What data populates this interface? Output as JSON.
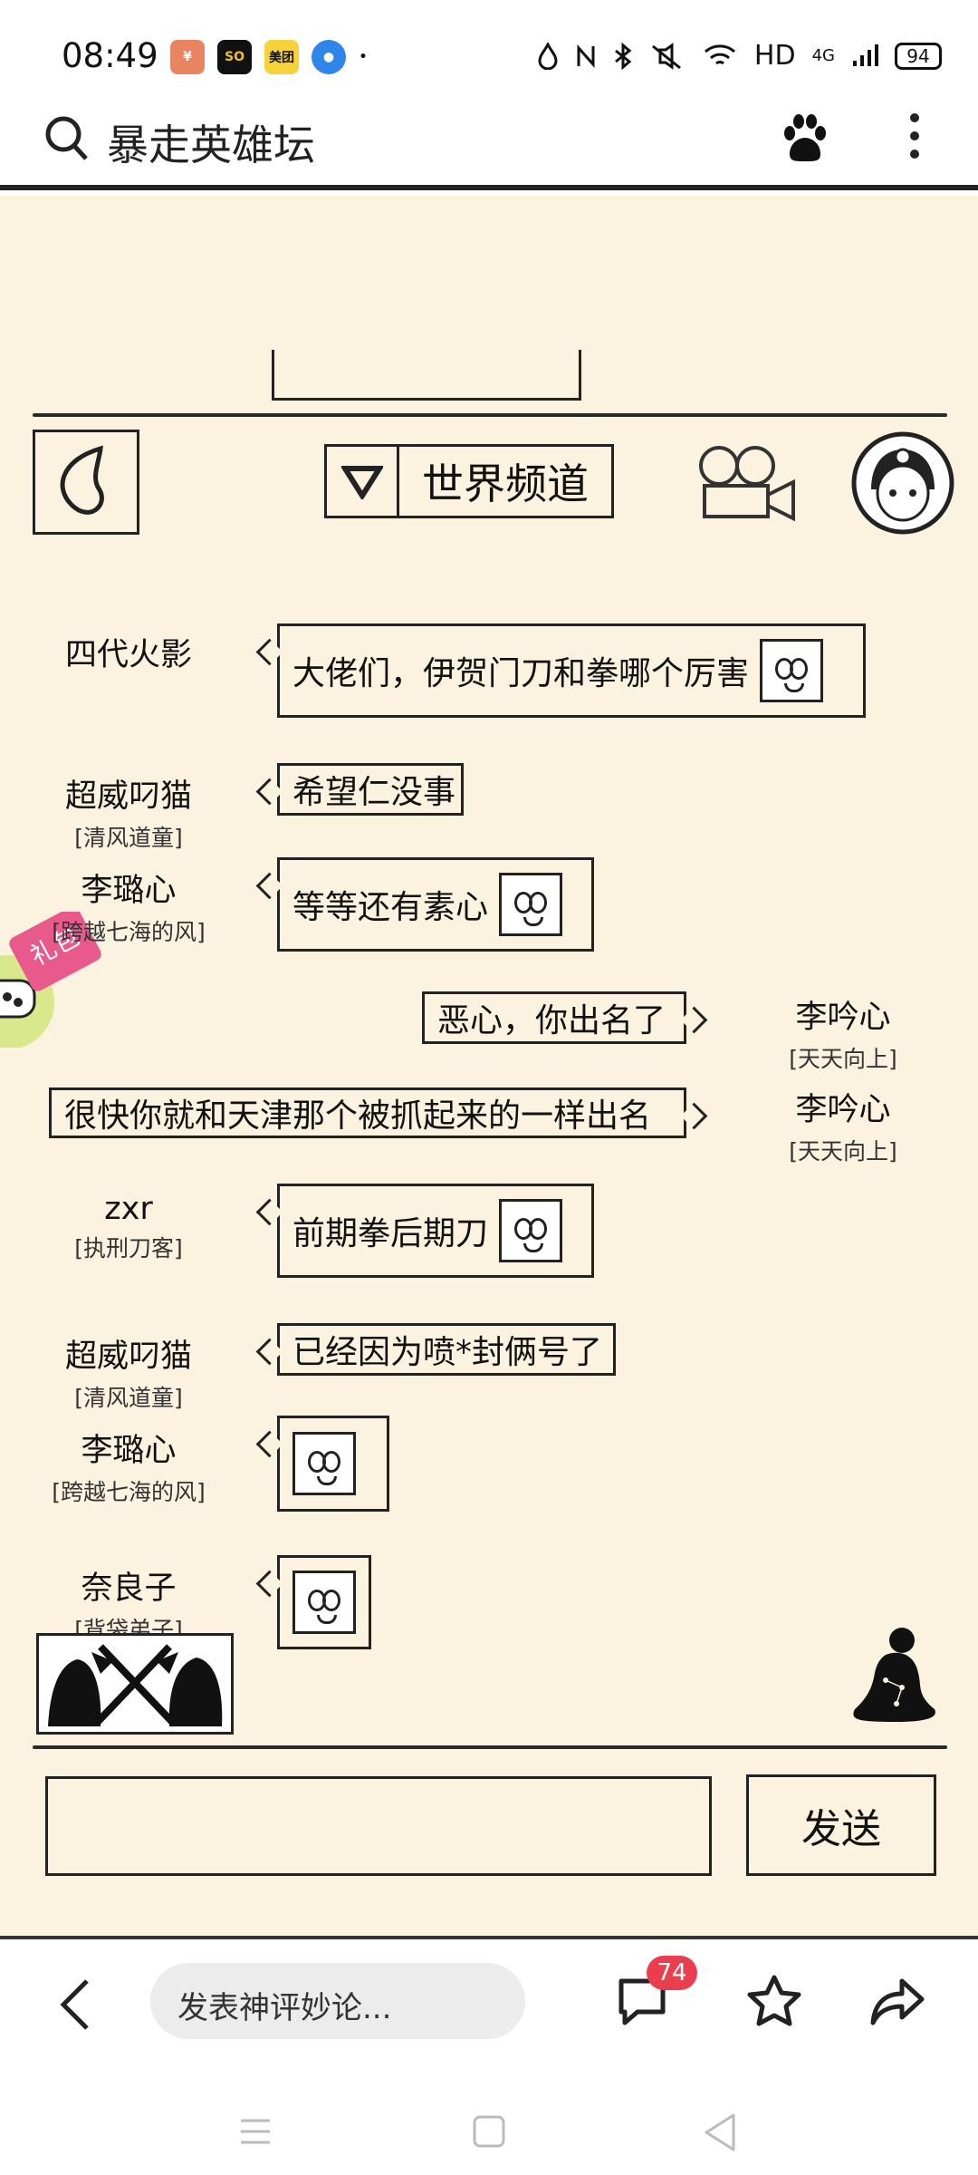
{
  "status_bar": {
    "time": "08:49",
    "app_icons": [
      "¥",
      "SO",
      "美团",
      "●"
    ],
    "network_label": "HD",
    "network_type": "4G",
    "battery": "94"
  },
  "top_bar": {
    "title": "暴走英雄坛",
    "icons": [
      "search-icon",
      "baidu-paw-icon",
      "more-icon"
    ]
  },
  "game": {
    "channel_label": "世界频道",
    "gift_label": "礼包",
    "messages": [
      {
        "name": "四代火影",
        "title": "",
        "text": "大佬们，伊贺门刀和拳哪个厉害",
        "emoji": true
      },
      {
        "name": "超威叼猫",
        "title": "[清风道童]",
        "text": "希望仁没事",
        "emoji": false
      },
      {
        "name": "李璐心",
        "title": "[跨越七海的风]",
        "text": "等等还有素心",
        "emoji": true
      },
      {
        "name": "李吟心",
        "title": "[天天向上]",
        "text": "恶心，你出名了",
        "emoji": false
      },
      {
        "name": "李吟心",
        "title": "[天天向上]",
        "text": "很快你就和天津那个被抓起来的一样出名",
        "emoji": false
      },
      {
        "name": "zxr",
        "title": "[执刑刀客]",
        "text": "前期拳后期刀",
        "emoji": true
      },
      {
        "name": "超威叼猫",
        "title": "[清风道童]",
        "text": "已经因为喷*封俩号了",
        "emoji": false
      },
      {
        "name": "李璐心",
        "title": "[跨越七海的风]",
        "text": "",
        "emoji": true
      },
      {
        "name": "奈良子",
        "title": "[背袋弟子]",
        "text": "",
        "emoji": true
      }
    ],
    "input_placeholder": "",
    "send_label": "发送"
  },
  "bottom_bar": {
    "comment_placeholder": "发表神评妙论...",
    "comment_count": "74"
  }
}
